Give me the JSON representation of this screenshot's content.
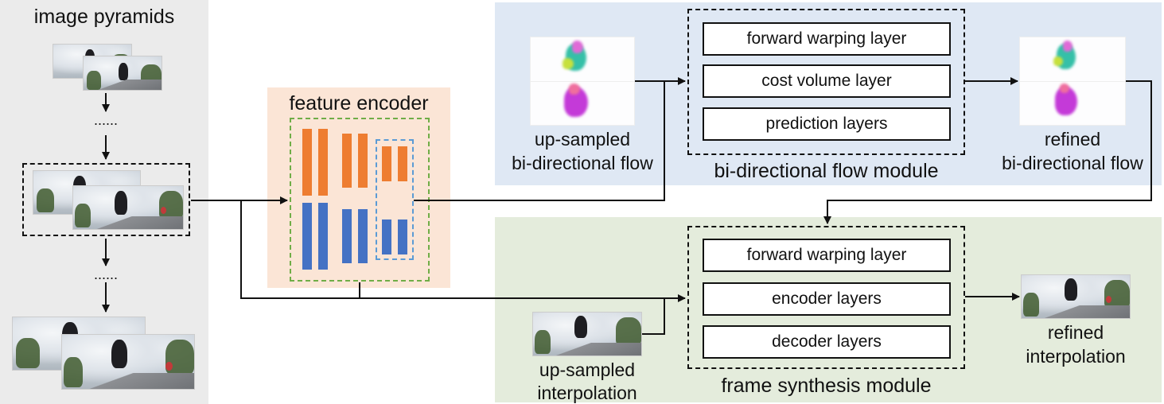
{
  "pyramid": {
    "title": "image pyramids",
    "dots_1": "......",
    "dots_2": "......"
  },
  "encoder": {
    "title": "feature encoder"
  },
  "flow_module": {
    "title": "bi-directional flow module",
    "layers": [
      "forward warping layer",
      "cost volume layer",
      "prediction layers"
    ],
    "input_label": [
      "up-sampled",
      "bi-directional flow"
    ],
    "output_label": [
      "refined",
      "bi-directional flow"
    ]
  },
  "synth_module": {
    "title": "frame synthesis module",
    "layers": [
      "forward warping layer",
      "encoder layers",
      "decoder layers"
    ],
    "input_label": [
      "up-sampled",
      "interpolation"
    ],
    "output_label": [
      "refined",
      "interpolation"
    ]
  },
  "colors": {
    "pyramid_bg": "#ebebeb",
    "encoder_bg": "#fbe5d6",
    "flow_bg": "#dfe8f4",
    "synth_bg": "#e4ecdc",
    "bar_orange": "#ee7d31",
    "bar_blue": "#4472c4",
    "dash_green": "#70ad47",
    "dash_blue": "#5b9bd5"
  }
}
